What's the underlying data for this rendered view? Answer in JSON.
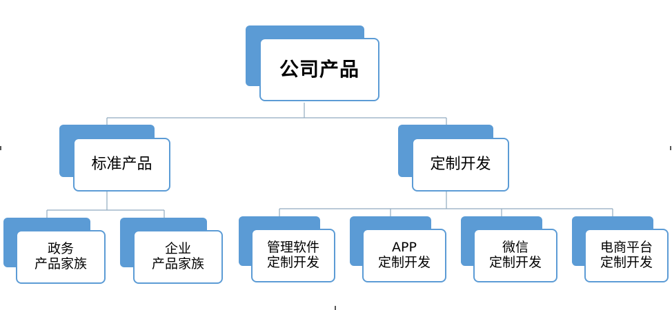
{
  "diagram": {
    "colors": {
      "accent": "#5b9bd5",
      "connector": "#8fa9bf",
      "card_bg": "#ffffff",
      "text": "#000000"
    },
    "root": {
      "label": "公司产品"
    },
    "branches": [
      {
        "label": "标准产品",
        "children": [
          {
            "label": "政务\n产品家族"
          },
          {
            "label": "企业\n产品家族"
          }
        ]
      },
      {
        "label": "定制开发",
        "children": [
          {
            "label": "管理软件\n定制开发"
          },
          {
            "label": "APP\n定制开发"
          },
          {
            "label": "微信\n定制开发"
          },
          {
            "label": "电商平台\n定制开发"
          }
        ]
      }
    ]
  }
}
